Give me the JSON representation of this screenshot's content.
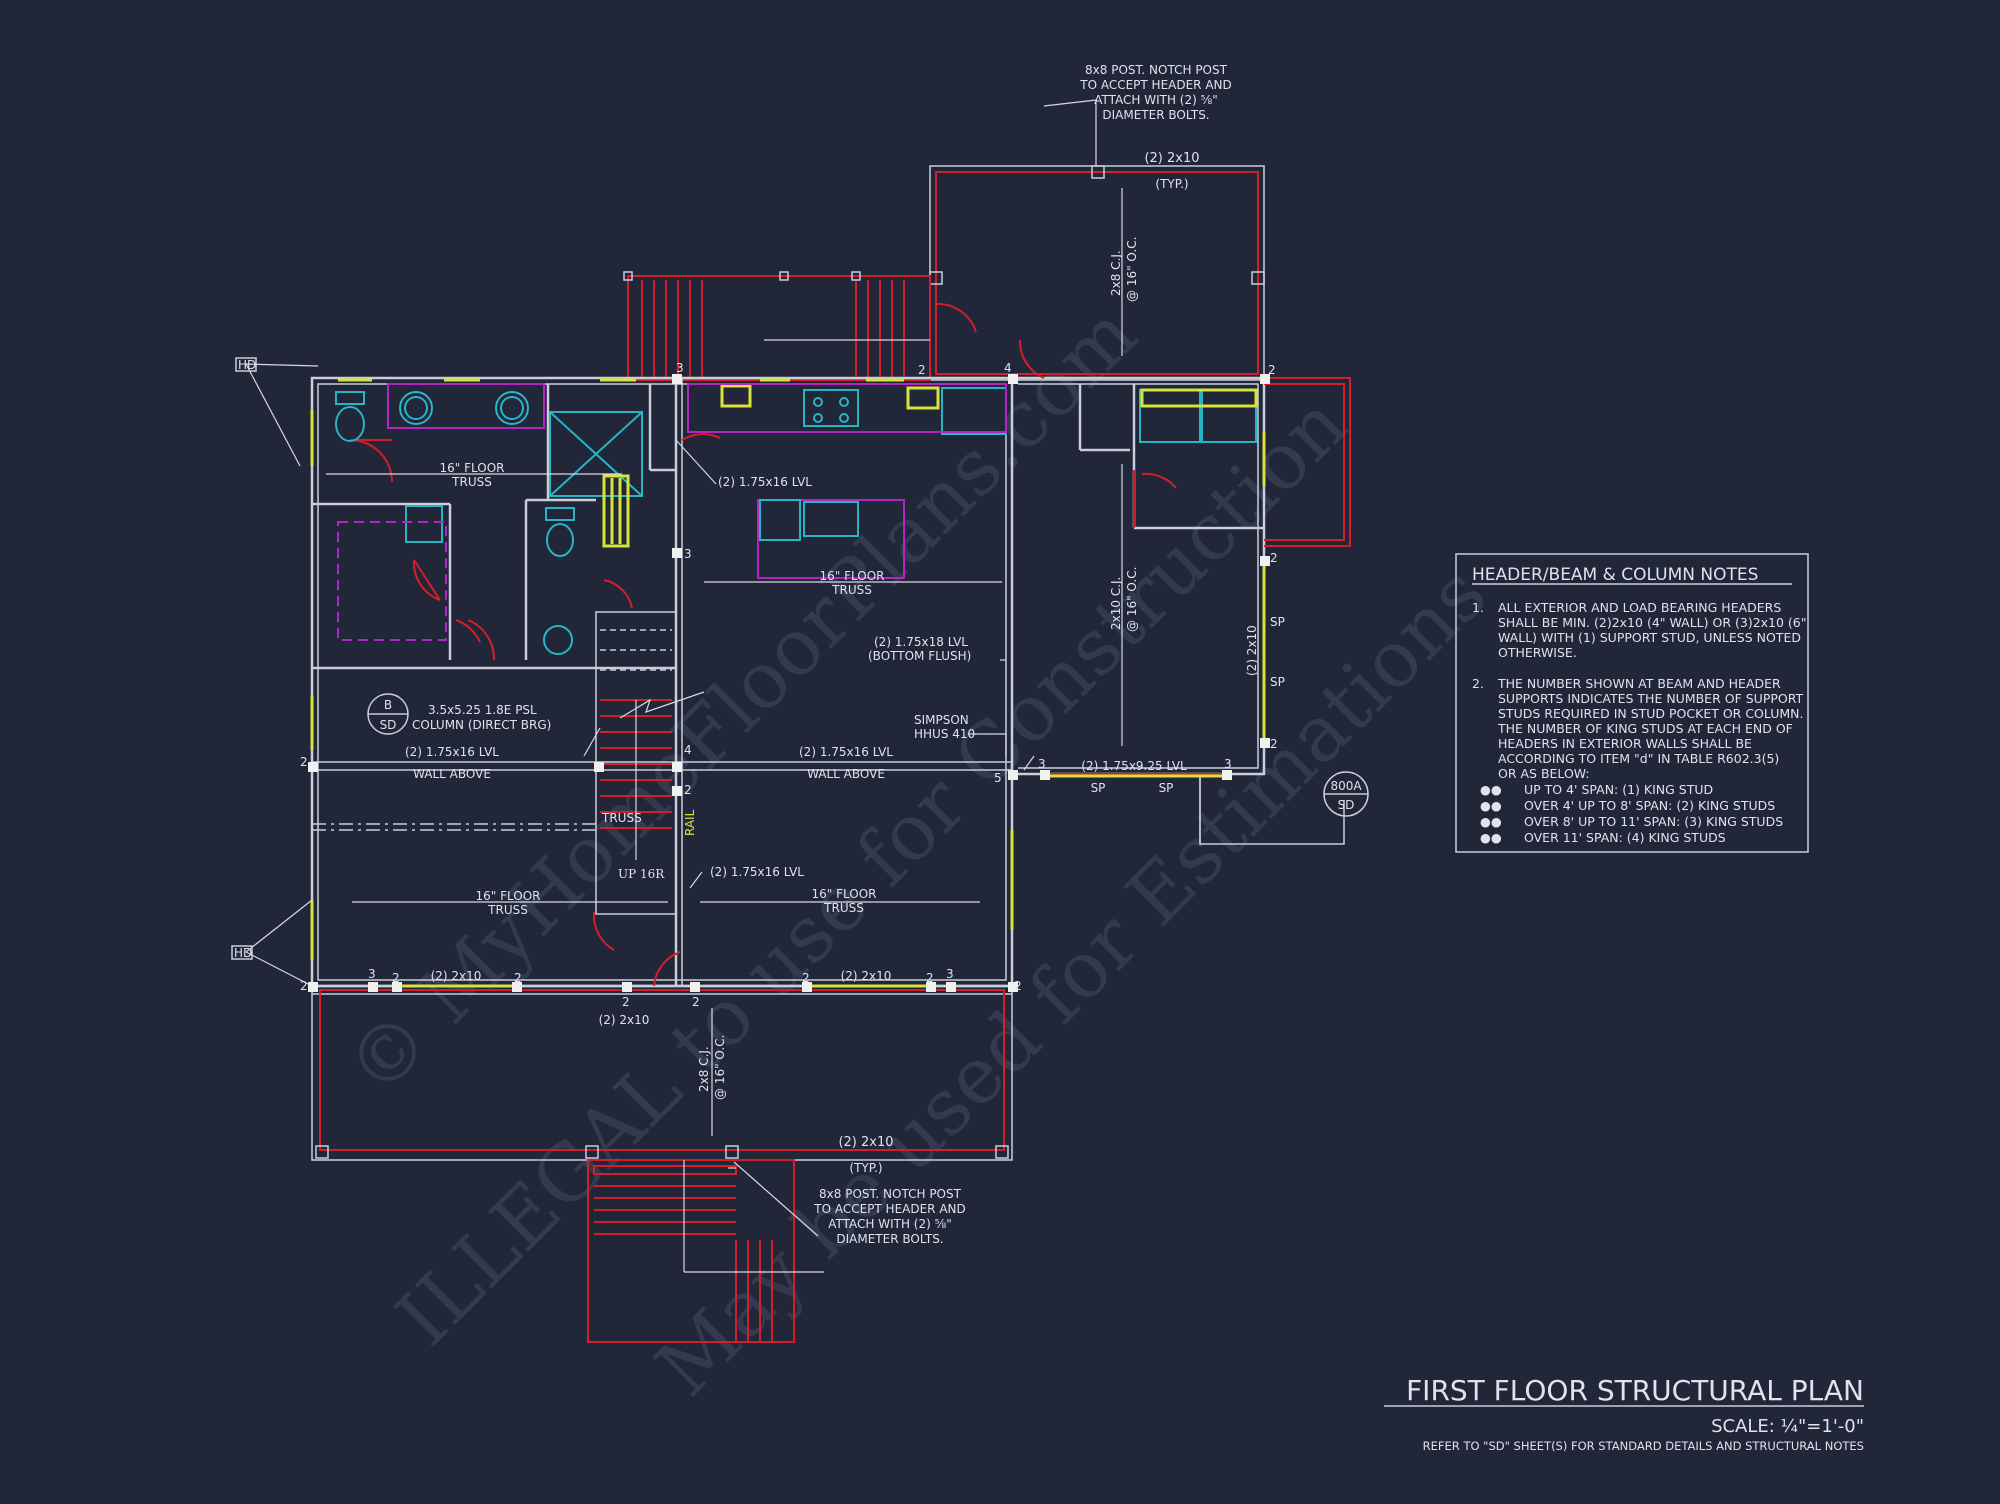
{
  "watermark": {
    "line1": "© MyHomeFloorPlans.com",
    "line2": "ILLEGAL to use for Construction",
    "line3": "May be used for Estimations"
  },
  "title_block": {
    "title": "FIRST FLOOR STRUCTURAL PLAN",
    "scale": "SCALE: ¼\"=1'-0\"",
    "reference": "REFER TO \"SD\" SHEET(S) FOR STANDARD DETAILS AND STRUCTURAL NOTES"
  },
  "notes": {
    "heading": "HEADER/BEAM & COLUMN NOTES",
    "note1_num": "1.",
    "note1": [
      "ALL EXTERIOR AND LOAD BEARING HEADERS",
      "SHALL BE MIN. (2)2x10 (4\" WALL) OR (3)2x10 (6\"",
      "WALL) WITH (1) SUPPORT STUD, UNLESS NOTED",
      "OTHERWISE."
    ],
    "note2_num": "2.",
    "note2": [
      "THE NUMBER SHOWN AT BEAM AND HEADER",
      "SUPPORTS INDICATES THE NUMBER OF SUPPORT",
      "STUDS REQUIRED IN STUD POCKET OR COLUMN.",
      "THE NUMBER OF KING STUDS AT EACH END OF",
      "HEADERS IN EXTERIOR WALLS SHALL BE",
      "ACCORDING TO ITEM \"d\" IN TABLE R602.3(5)",
      "OR AS BELOW:"
    ],
    "bullets": [
      "UP TO 4' SPAN: (1) KING STUD",
      "OVER 4' UP TO 8' SPAN: (2) KING STUDS",
      "OVER 8' UP TO 11' SPAN: (3) KING STUDS",
      "OVER 11' SPAN: (4) KING STUDS"
    ]
  },
  "callouts": {
    "top_post": [
      "8x8 POST. NOTCH POST",
      "TO ACCEPT HEADER AND",
      "ATTACH WITH (2) ⅝\"",
      "DIAMETER BOLTS."
    ],
    "bottom_post": [
      "8x8 POST. NOTCH POST",
      "TO ACCEPT HEADER AND",
      "ATTACH WITH (2) ⅝\"",
      "DIAMETER BOLTS."
    ],
    "top_header": "(2) 2x10",
    "top_typ": "(TYP.)",
    "bottom_header": "(2) 2x10",
    "bottom_typ": "(TYP.)",
    "top_cj": "2x8 C.J.",
    "top_cj_oc": "@ 16\" O.C.",
    "right_cj": "2x10 C.J.",
    "right_cj_oc": "@ 16\" O.C.",
    "bottom_cj": "2x8 C.J.",
    "bottom_cj_oc": "@ 16\" O.C.",
    "truss_a": [
      "16\" FLOOR",
      "TRUSS"
    ],
    "truss_b": [
      "16\" FLOOR",
      "TRUSS"
    ],
    "truss_c": [
      "16\" FLOOR",
      "TRUSS"
    ],
    "truss_d": [
      "16\" FLOOR",
      "TRUSS"
    ],
    "lvl_upper": "(2) 1.75x16 LVL",
    "lvl_18": [
      "(2) 1.75x18 LVL",
      "(BOTTOM FLUSH)"
    ],
    "simpson": [
      "SIMPSON",
      "HHUS 410"
    ],
    "psl": [
      "3.5x5.25 1.8E PSL",
      "COLUMN (DIRECT BRG)"
    ],
    "lvl_left": "(2) 1.75x16 LVL",
    "wall_above_left": "WALL ABOVE",
    "lvl_right": "(2) 1.75x16 LVL",
    "wall_above_right": "WALL ABOVE",
    "lvl_925": "(2) 1.75x9.25 LVL",
    "lvl_lower": "(2) 1.75x16 LVL",
    "right_header": "(2) 2x10",
    "hdr_l": "(2) 2x10",
    "hdr_r": "(2) 2x10",
    "hdr_door": "(2) 2x10",
    "truss_small": "TRUSS",
    "rail": "RAIL",
    "stair": "UP 16R",
    "sp": "SP",
    "hd": "HD",
    "marker_b": {
      "top": "B",
      "bottom": "SD"
    },
    "marker_800": {
      "top": "800A",
      "bottom": "SD"
    }
  },
  "stud_counts": {
    "n2": "2",
    "n3": "3",
    "n4": "4",
    "n5": "5"
  }
}
